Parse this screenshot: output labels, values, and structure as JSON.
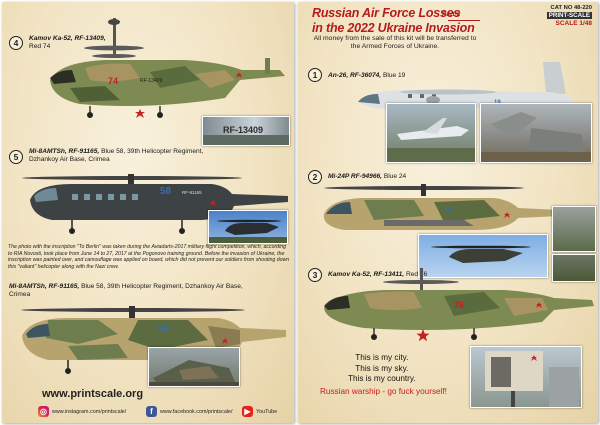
{
  "left_panel": {
    "heli1": {
      "number": "4",
      "title": "Kamov Ka-52, RF-13409,",
      "detail": "Red 74"
    },
    "heli2": {
      "number": "5",
      "title": "Mi-8AMTSh, RF-91165,",
      "detail": "Blue 58, 39th Helicopter Regiment,",
      "base": "Dzhankoy Air Base, Crimea"
    },
    "paragraph": "The photo with the inscription \"To Berlin\" was taken during the Aviadarts-2017 military flight competition, which, according to RIA Novosti, took place from June 14 to 27, 2017 at the Pogonovo training ground. Before the invasion of Ukraine, the inscription was painted over, and camouflage was applied on board, which did not prevent our soldiers from shooting down this \"valiant\" helicopter along with the Nazi crew.",
    "heli3": {
      "title": "Mi-8AMTSh, RF-91165,",
      "detail": "Blue 58, 39th Helicopter Regiment, Dzhankoy Air Base,",
      "base": "Crimea"
    },
    "photo_text": "RF-13409",
    "fuselage_text": "RF-91165",
    "url": "www.printscale.org",
    "instagram": "www.instagram.com/printscale/",
    "facebook": "www.facebook.com/printscale/",
    "youtube": "YouTube"
  },
  "right_panel": {
    "title_line1": "Russian Air Force Losses",
    "title_part": "Part-2",
    "title_line2": "in the 2022 Ukraine Invasion",
    "cat_no": "CAT NO 48-220",
    "brand": "PRINT-SCALE",
    "scale": "SCALE 1/48",
    "money_note": "All money from the sale of this kit will be transferred to the Armed Forces of Ukraine.",
    "plane1": {
      "number": "1",
      "title": "An-26, RF-36074,",
      "detail": "Blue 19"
    },
    "plane2": {
      "number": "2",
      "title": "Mi-24P RF-94966,",
      "detail": "Blue 24"
    },
    "plane3": {
      "number": "3",
      "title": "Kamov Ka-52, RF-13411,",
      "detail": "Red 76"
    },
    "poem": [
      "This is my city.",
      "This is my sky.",
      "This is my country."
    ],
    "warship": "Russian warship - go fuck yourself!"
  },
  "colors": {
    "accent_red": "#b41c1c",
    "panel_bg": "#f1e3c2",
    "camo_green": "#6d7d4e",
    "camo_tan": "#b7a36e"
  }
}
